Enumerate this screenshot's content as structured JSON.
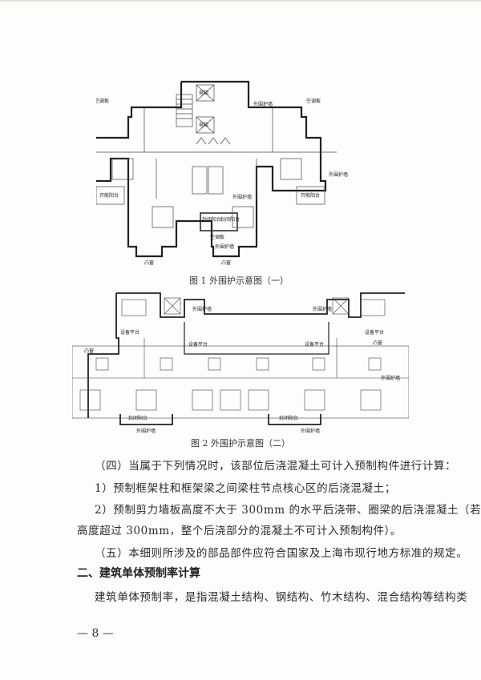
{
  "figure1": {
    "caption": "图 1 外围护示意图（一）",
    "labels": {
      "outer_wall": "外围护墙",
      "elevator": "电梯",
      "ac_panel": "空调板",
      "open_balcony": "开敞阳台",
      "closed_balcony": "封闭阳台",
      "bay_window": "凸窗"
    }
  },
  "figure2": {
    "caption": "图 2 外围护示意图（二）",
    "labels": {
      "outer_wall": "外围护墙",
      "equipment_platform": "设备平台",
      "bay_window": "凸窗",
      "closed_balcony": "封闭阳台"
    }
  },
  "body": {
    "item4_title": "（四）当属于下列情况时，该部位后浇混凝土可计入预制构件进行计算：",
    "item4_1": "1）预制框架柱和框架梁之间梁柱节点核心区的后浇混凝土；",
    "item4_2_line1": "2）预制剪力墙板高度不大于 300mm 的水平后浇带、圈梁的后浇混凝土（若",
    "item4_2_line2": "高度超过 300mm，整个后浇部分的混凝土不可计入预制构件）。",
    "item5": "（五）本细则所涉及的部品部件应符合国家及上海市现行地方标准的规定。",
    "section2_heading": "二、建筑单体预制率计算",
    "section2_para": "建筑单体预制率，是指混凝土结构、钢结构、竹木结构、混合结构等结构类"
  },
  "footer": {
    "page_number": "— 8 —"
  }
}
